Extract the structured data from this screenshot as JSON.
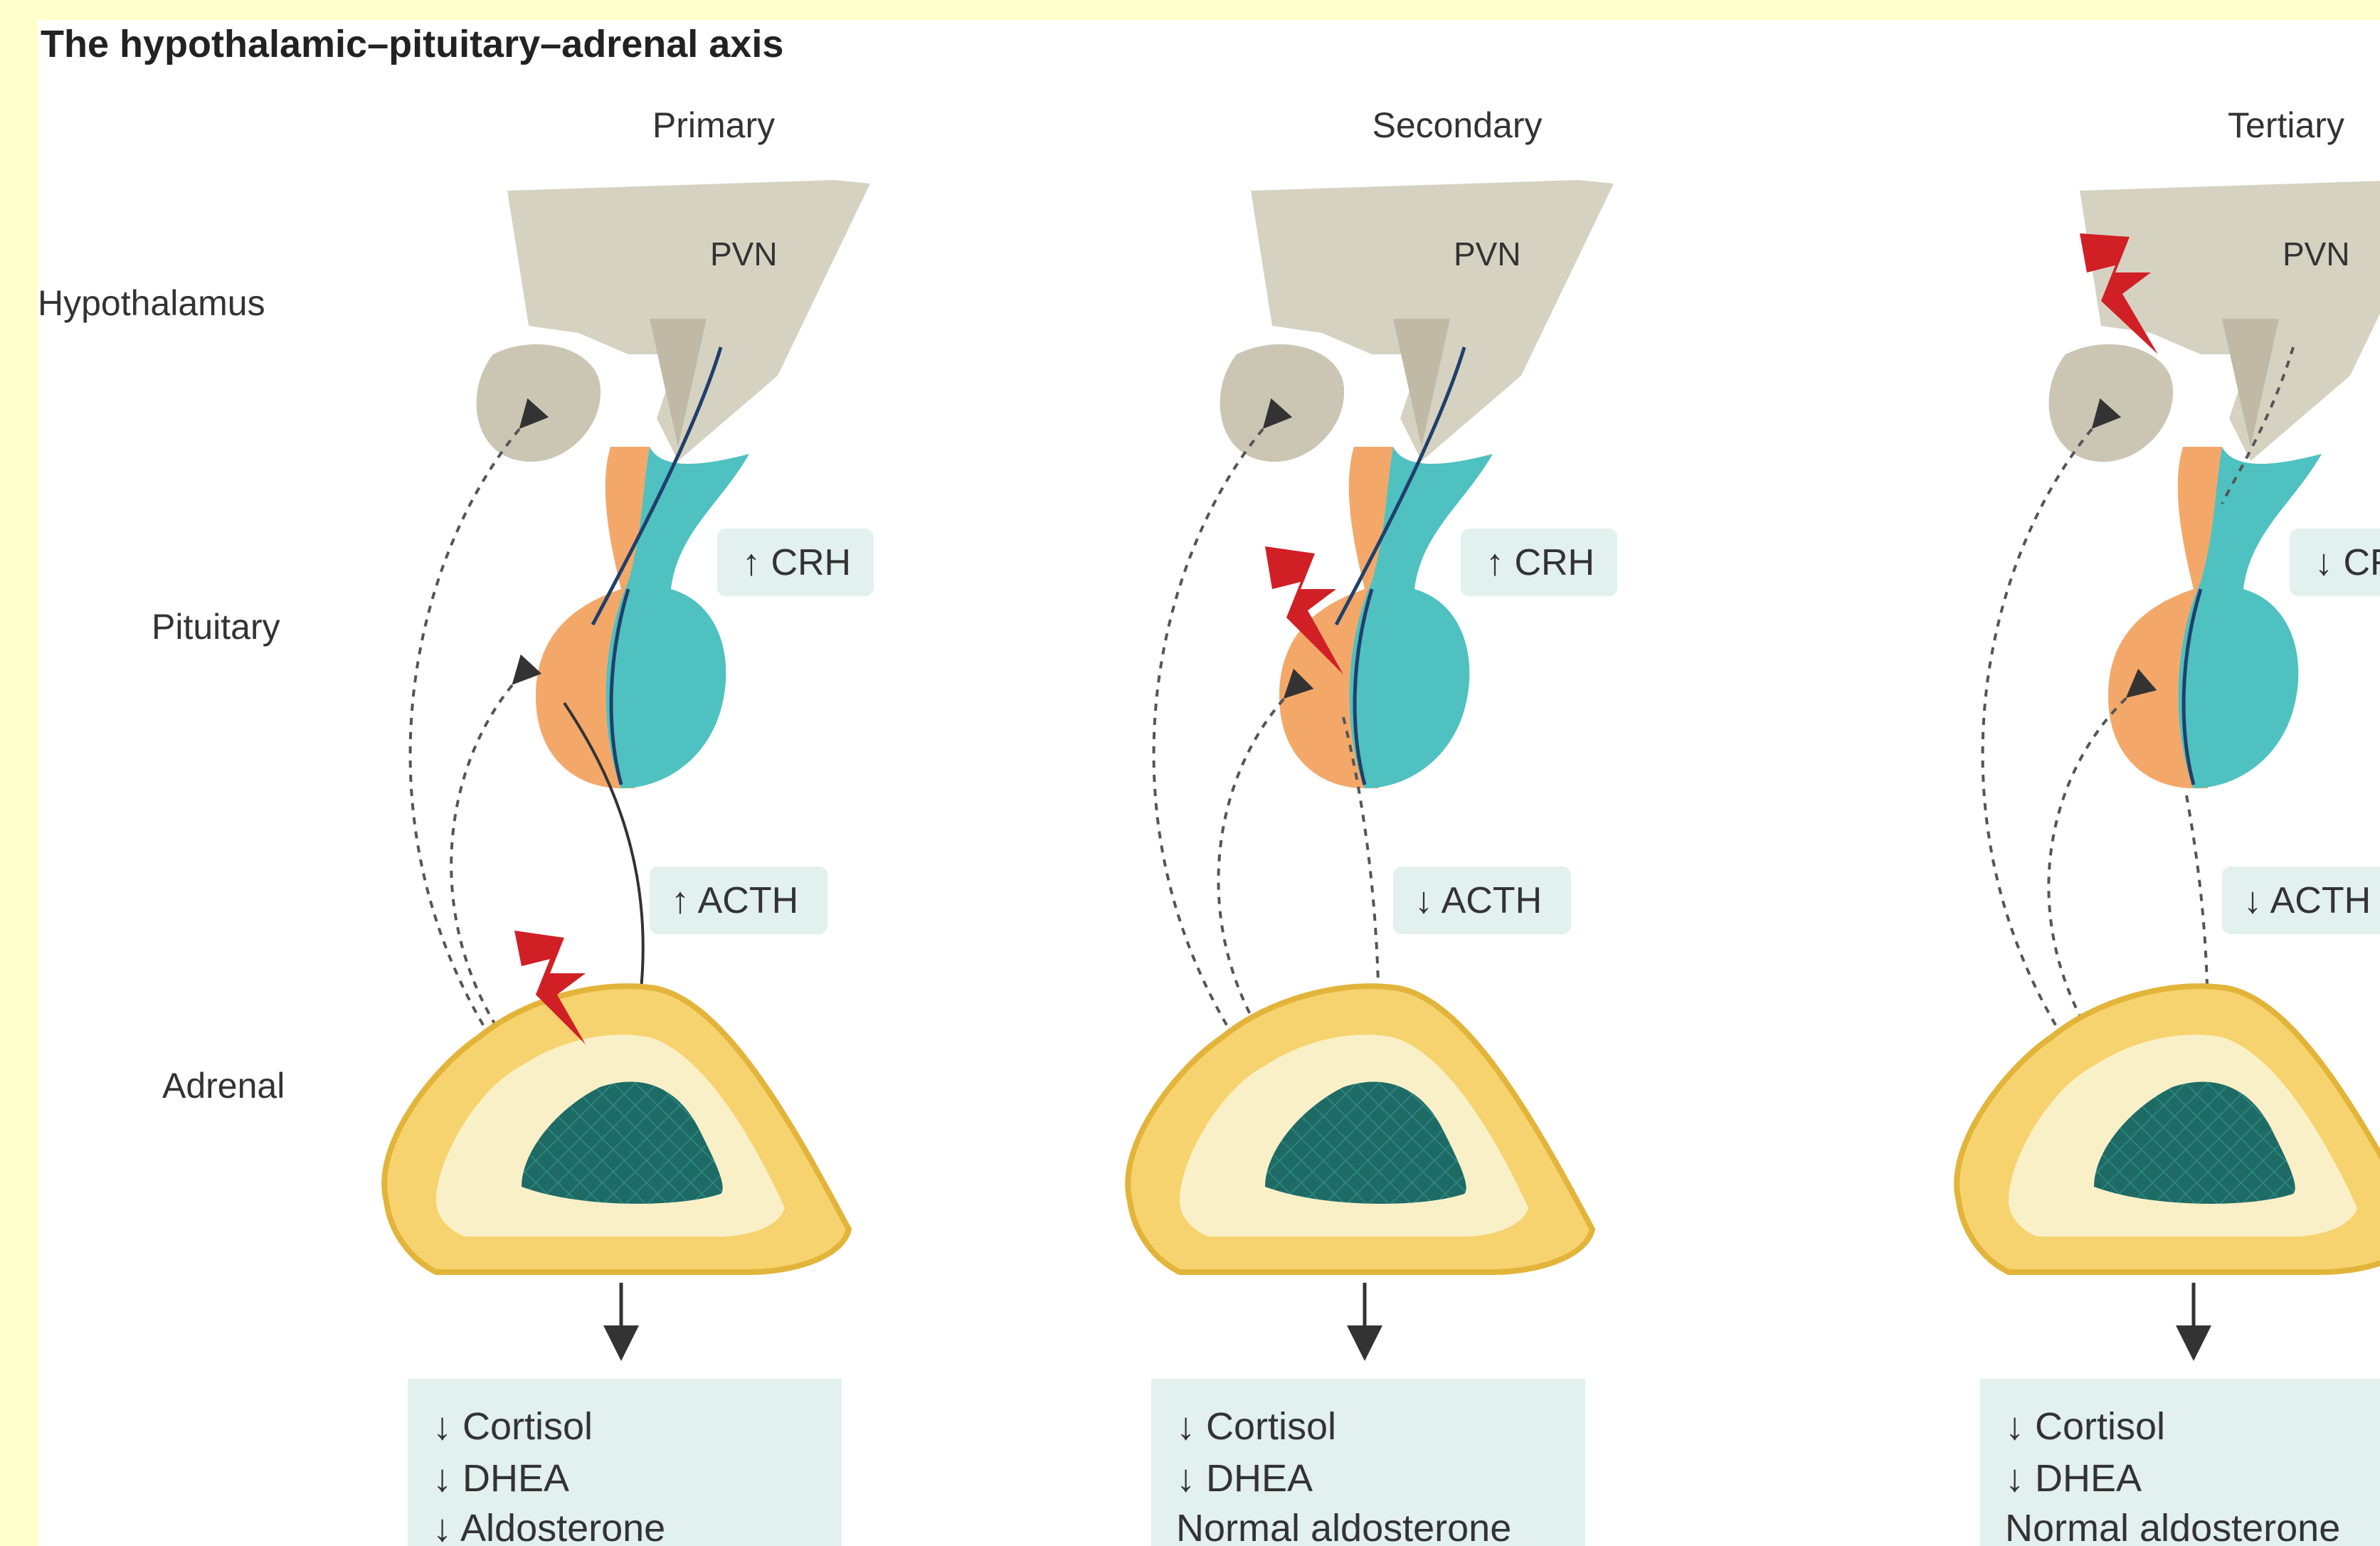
{
  "title": "The hypothalamic–pituitary–adrenal axis",
  "row_labels": {
    "hypothalamus": "Hypothalamus",
    "pituitary": "Pituitary",
    "adrenal": "Adrenal"
  },
  "panels": [
    {
      "label": "Primary",
      "pvn": "PVN",
      "crh": "↑ CRH",
      "acth": "↑ ACTH",
      "outputs": [
        "↓ Cortisol",
        "↓ DHEA",
        "↓ Aldosterone"
      ]
    },
    {
      "label": "Secondary",
      "pvn": "PVN",
      "crh": "↑ CRH",
      "acth": "↓ ACTH",
      "outputs": [
        "↓ Cortisol",
        "↓ DHEA",
        "Normal aldosterone"
      ]
    },
    {
      "label": "Tertiary",
      "pvn": "PVN",
      "crh": "↓ CRH",
      "acth": "↓ ACTH",
      "outputs": [
        "↓ Cortisol",
        "↓ DHEA",
        "Normal aldosterone"
      ]
    }
  ],
  "colors": {
    "page_background": "#ffffcc",
    "hypothalamus": "#d6d2c2",
    "pituitary_anterior": "#f3a86a",
    "pituitary_posterior": "#4fc1c1",
    "adrenal_cortex": "#f6d36e",
    "adrenal_medulla": "#1e6b66",
    "lesion": "#d11f26",
    "label_box": "#e2f0ee"
  },
  "icons": {
    "lesion": "lightning-bolt-icon",
    "output_arrow": "arrow-down-icon"
  }
}
